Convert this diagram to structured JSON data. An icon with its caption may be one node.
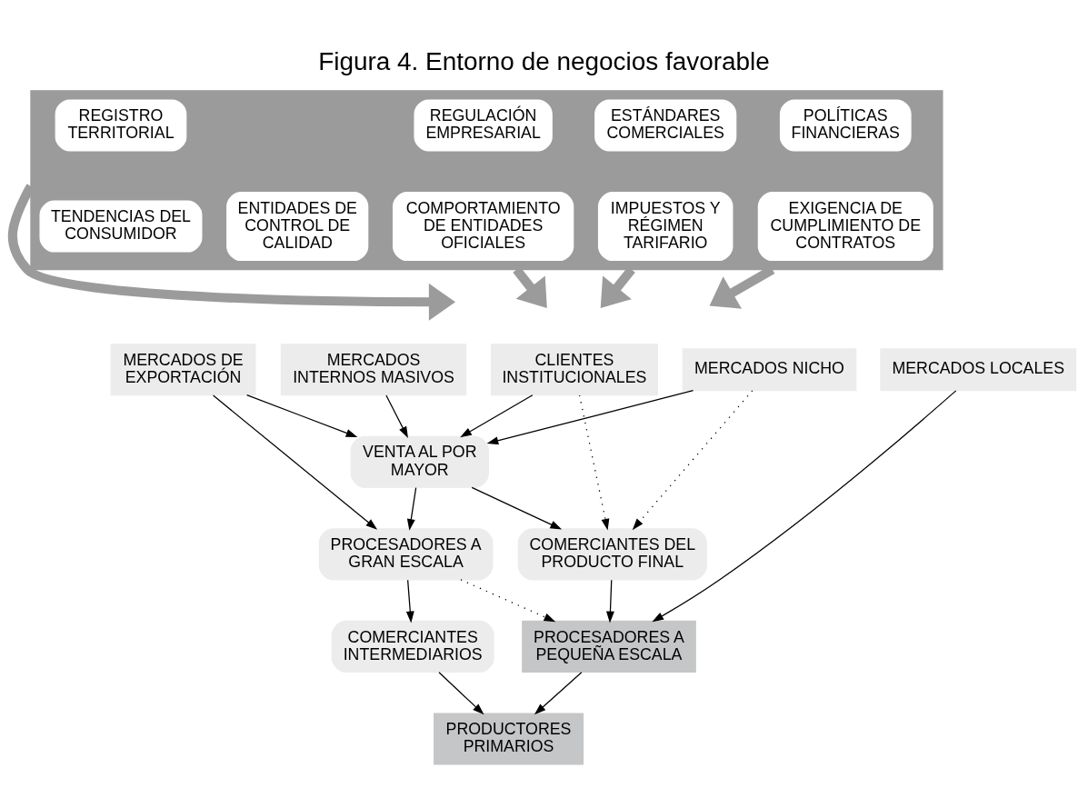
{
  "diagram": {
    "title": "Figura 4. Entorno de negocios favorable",
    "nodes": [
      {
        "text": [],
        "shape": "box"
      },
      {
        "text": [
          "ESTÁNDARES COMERCIALES"
        ],
        "in": 0
      },
      {
        "text": [
          "POLÍTICAS FINANCIERAS"
        ],
        "in": 0
      },
      {
        "text": [
          "REGULACIÓN EMPRESARIAL"
        ],
        "in": 0
      },
      {
        "text": [
          "REGISTRO TERRITORIAL"
        ],
        "in": 0
      },
      {
        "text": [
          "IMPUESTOS Y RÉGIMEN TARIFARIO"
        ],
        "in": 0
      },
      {
        "text": [
          "EXIGENCIA DE CUMPLIMIENTO DE CONTRATOS"
        ],
        "in": 0
      },
      {
        "text": [
          "COMPORTAMIENTO DE ENTIDADES OFICIALES"
        ],
        "in": 0
      },
      {
        "text": [
          "ENTIDADES DE CONTROL DE CALIDAD"
        ],
        "in": 0
      },
      {
        "text": [
          "TENDENCIAS DEL CONSUMIDOR"
        ],
        "in": 0
      },
      {
        "text": [
          "MERCADOS DE EXPORTACIÓN"
        ]
      },
      {
        "text": [
          "MERCADOS INTERNOS MASIVOS"
        ]
      },
      {
        "text": [
          "CLIENTES INSTITUCIONALES"
        ]
      },
      {
        "text": [
          "MERCADOS NICHO"
        ]
      },
      {
        "text": [
          "MERCADOS LOCALES"
        ]
      },
      {
        "text": [
          "VENTA AL POR MAYOR"
        ]
      },
      {
        "text": [
          "PROCESADORES A GRAN ESCALA"
        ]
      },
      {
        "text": [
          "COMERCIANTES INTERMEDIARIOS"
        ]
      },
      {
        "text": [
          "COMERCIANTES DEL PRODUCTO FINAL"
        ]
      },
      {
        "text": [
          "PROCESADORES A PEQUEÑA ESCALA"
        ]
      },
      {
        "text": [
          "PRODUCTORES PRIMARIOS"
        ]
      }
    ],
    "edges": [
      {
        "from": 0,
        "to": null,
        "arrow": "to",
        "style": "thick",
        "color": "#9b9b9b"
      },
      {
        "from": 0,
        "to": null,
        "arrow": "to",
        "style": "thick",
        "color": "#9b9b9b"
      },
      {
        "from": 0,
        "to": null,
        "arrow": "to",
        "style": "thick",
        "color": "#9b9b9b"
      },
      {
        "from": 0,
        "to": null,
        "arrow": "to",
        "style": "thick",
        "color": "#9b9b9b"
      },
      {
        "from": 10,
        "to": 16,
        "arrow": "to"
      },
      {
        "from": 10,
        "to": 15,
        "arrow": "to"
      },
      {
        "from": 11,
        "to": 15,
        "arrow": "to"
      },
      {
        "from": 12,
        "to": 15,
        "arrow": "to"
      },
      {
        "from": 13,
        "to": 15,
        "arrow": "to"
      },
      {
        "from": 12,
        "to": 18,
        "arrow": "to",
        "style": "dashed"
      },
      {
        "from": 13,
        "to": 18,
        "arrow": "to",
        "style": "dashed"
      },
      {
        "from": 15,
        "to": 16,
        "arrow": "to"
      },
      {
        "from": 15,
        "to": 18,
        "arrow": "to"
      },
      {
        "from": 16,
        "to": 17,
        "arrow": "to"
      },
      {
        "from": 16,
        "to": 19,
        "arrow": "to",
        "style": "dashed"
      },
      {
        "from": 17,
        "to": 20,
        "arrow": "to"
      },
      {
        "from": 18,
        "to": 19,
        "arrow": "to"
      },
      {
        "from": 14,
        "to": 19,
        "arrow": "to"
      },
      {
        "from": 19,
        "to": 20,
        "arrow": "to"
      }
    ]
  }
}
